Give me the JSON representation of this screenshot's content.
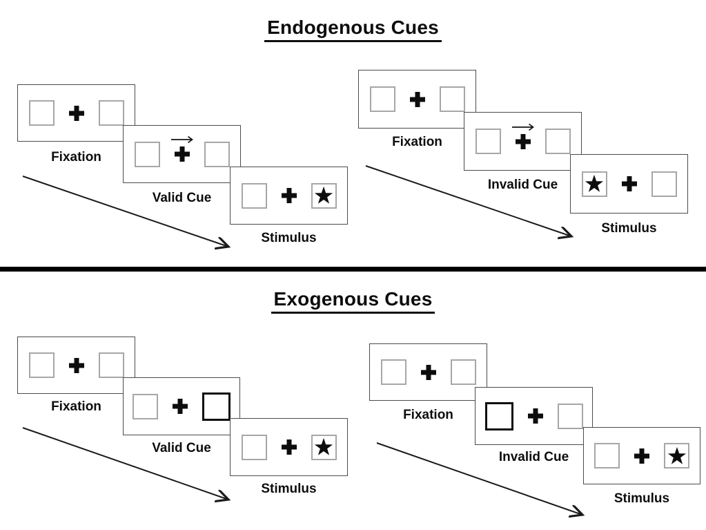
{
  "diagram": {
    "kind": "posner-spatial-cueing-task",
    "sections": [
      {
        "title": "Endogenous Cues",
        "groups": [
          {
            "name": "valid-trial",
            "panels": [
              {
                "label": "Fixation",
                "type": "fixation"
              },
              {
                "label": "Valid Cue",
                "type": "arrow-cue",
                "arrow_direction": "right"
              },
              {
                "label": "Stimulus",
                "type": "stimulus",
                "star_side": "right"
              }
            ]
          },
          {
            "name": "invalid-trial",
            "panels": [
              {
                "label": "Fixation",
                "type": "fixation"
              },
              {
                "label": "Invalid Cue",
                "type": "arrow-cue",
                "arrow_direction": "right"
              },
              {
                "label": "Stimulus",
                "type": "stimulus",
                "star_side": "left"
              }
            ]
          }
        ]
      },
      {
        "title": "Exogenous Cues",
        "groups": [
          {
            "name": "valid-trial",
            "panels": [
              {
                "label": "Fixation",
                "type": "fixation"
              },
              {
                "label": "Valid Cue",
                "type": "box-cue",
                "bold_side": "right"
              },
              {
                "label": "Stimulus",
                "type": "stimulus",
                "star_side": "right"
              }
            ]
          },
          {
            "name": "invalid-trial",
            "panels": [
              {
                "label": "Fixation",
                "type": "fixation"
              },
              {
                "label": "Invalid Cue",
                "type": "box-cue",
                "bold_side": "left"
              },
              {
                "label": "Stimulus",
                "type": "stimulus",
                "star_side": "right"
              }
            ]
          }
        ]
      }
    ],
    "icons": {
      "star": "black-star",
      "fixation_cross": "heavy-plus",
      "cue_arrow": "right-arrow",
      "sequence_arrow": "diagonal-down-right-arrow"
    },
    "colors": {
      "background": "#ffffff",
      "panel_border": "#4a4a4a",
      "box_border": "#a6a6a6",
      "bold_box_border": "#0d0d0d",
      "ink": "#111111",
      "divider": "#000000"
    }
  }
}
